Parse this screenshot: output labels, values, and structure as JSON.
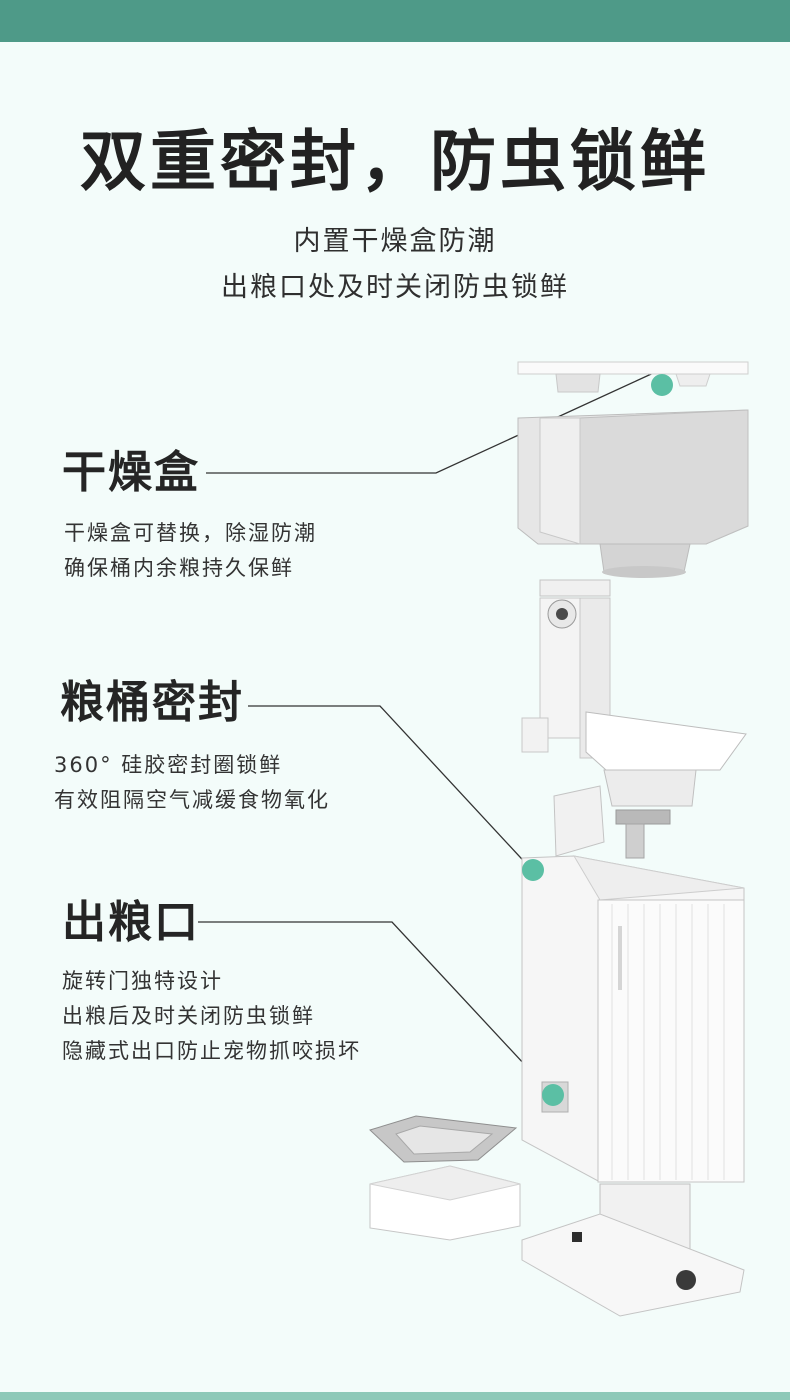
{
  "header": {
    "title": "双重密封，防虫锁鲜",
    "subtitle_lines": [
      "内置干燥盒防潮",
      "出粮口处及时关闭防虫锁鲜"
    ]
  },
  "features": [
    {
      "title": "干燥盒",
      "desc": [
        "干燥盒可替换，除湿防潮",
        "确保桶内余粮持久保鲜"
      ]
    },
    {
      "title": "粮桶密封",
      "desc": [
        "360°  硅胶密封圈锁鲜",
        "有效阻隔空气减缓食物氧化"
      ]
    },
    {
      "title": "出粮口",
      "desc": [
        "旋转门独特设计",
        "出粮后及时关闭防虫锁鲜",
        "隐藏式出口防止宠物抓咬损坏"
      ]
    }
  ],
  "colors": {
    "accent": "#4e9a88",
    "dot": "#5bbfa4",
    "background": "#f3fcfa"
  }
}
